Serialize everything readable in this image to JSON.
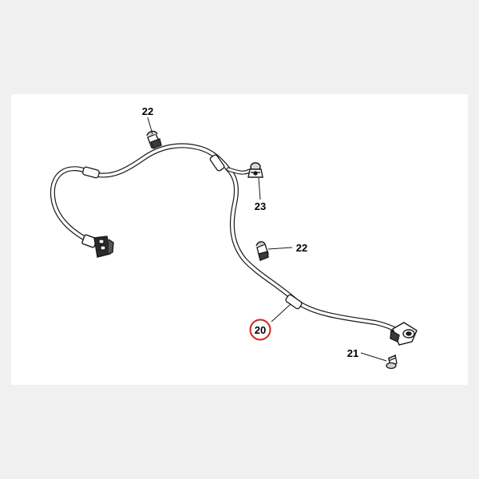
{
  "callouts": {
    "c22_top": "22",
    "c23": "23",
    "c22_mid": "22",
    "c20": "20",
    "c21": "21"
  },
  "highlight": {
    "part": "20",
    "circle_color": "#d42020"
  },
  "colors": {
    "page_background": "#f0f0f0",
    "panel_background": "#ffffff",
    "line_art": "#1a1a1a"
  }
}
